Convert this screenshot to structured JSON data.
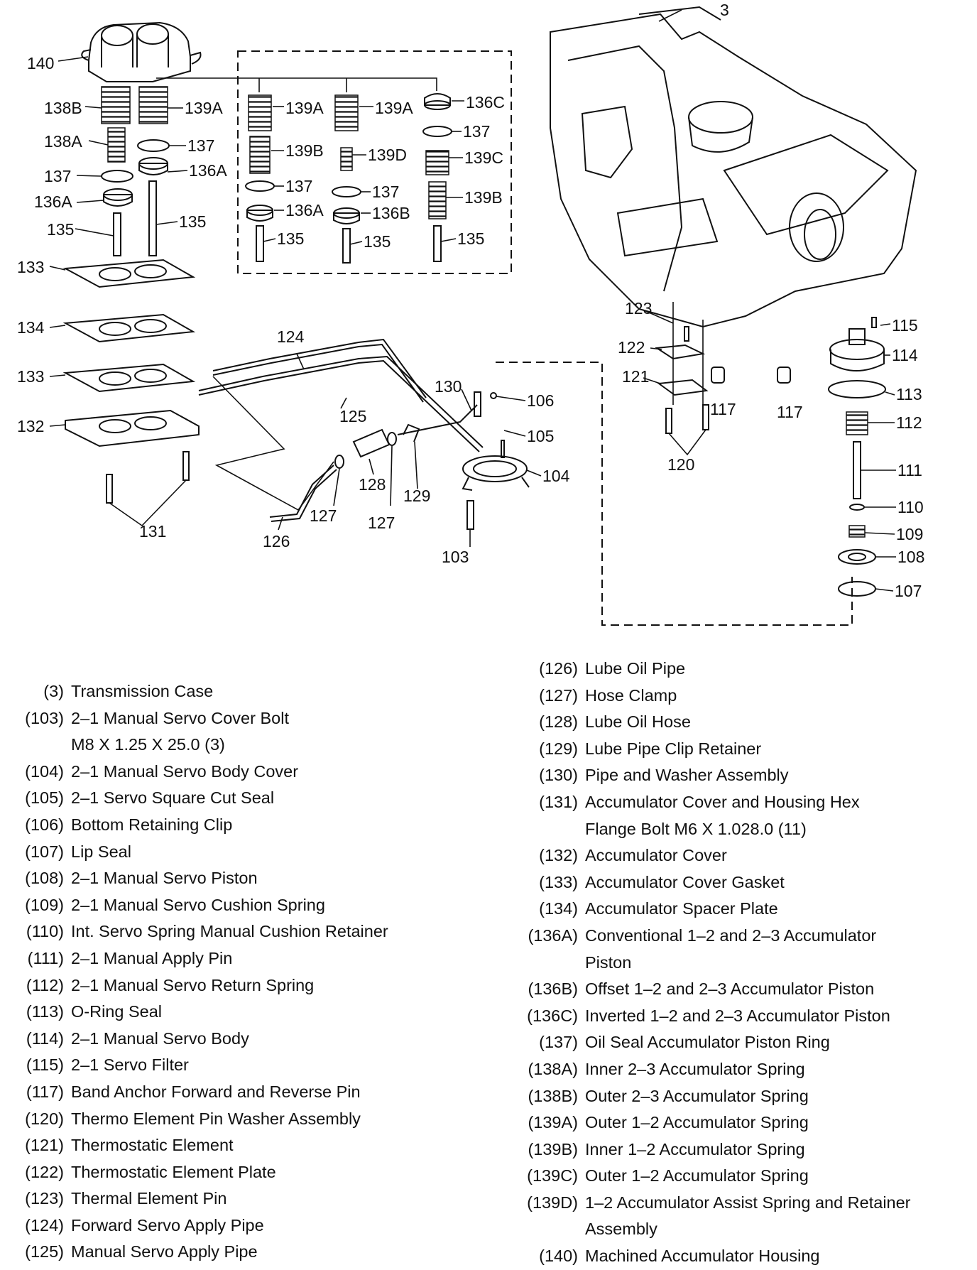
{
  "callouts": {
    "c3": "3",
    "c103": "103",
    "c104": "104",
    "c105": "105",
    "c106": "106",
    "c107": "107",
    "c108": "108",
    "c109": "109",
    "c110": "110",
    "c111": "111",
    "c112": "112",
    "c113": "113",
    "c114": "114",
    "c115": "115",
    "c117": "117",
    "c120": "120",
    "c121": "121",
    "c122": "122",
    "c123": "123",
    "c124": "124",
    "c125": "125",
    "c126": "126",
    "c127": "127",
    "c128": "128",
    "c129": "129",
    "c130": "130",
    "c131": "131",
    "c132": "132",
    "c133": "133",
    "c134": "134",
    "c135": "135",
    "c136A": "136A",
    "c136B": "136B",
    "c136C": "136C",
    "c137": "137",
    "c138A": "138A",
    "c138B": "138B",
    "c139A": "139A",
    "c139B": "139B",
    "c139C": "139C",
    "c139D": "139D",
    "c140": "140"
  },
  "legend_left": [
    {
      "num": "(3)",
      "text": "Transmission Case"
    },
    {
      "num": "(103)",
      "text": "2–1 Manual Servo Cover Bolt\nM8 X 1.25 X 25.0 (3)"
    },
    {
      "num": "(104)",
      "text": "2–1 Manual Servo Body Cover"
    },
    {
      "num": "(105)",
      "text": "2–1 Servo Square Cut Seal"
    },
    {
      "num": "(106)",
      "text": "Bottom Retaining Clip"
    },
    {
      "num": "(107)",
      "text": "Lip Seal"
    },
    {
      "num": "(108)",
      "text": "2–1 Manual Servo Piston"
    },
    {
      "num": "(109)",
      "text": "2–1 Manual Servo Cushion Spring"
    },
    {
      "num": "(110)",
      "text": "Int. Servo Spring Manual Cushion Retainer"
    },
    {
      "num": "(111)",
      "text": "2–1 Manual Apply Pin"
    },
    {
      "num": "(112)",
      "text": "2–1 Manual Servo Return Spring"
    },
    {
      "num": "(113)",
      "text": "O-Ring Seal"
    },
    {
      "num": "(114)",
      "text": "2–1 Manual Servo Body"
    },
    {
      "num": "(115)",
      "text": "2–1 Servo Filter"
    },
    {
      "num": "(117)",
      "text": "Band Anchor Forward and Reverse Pin"
    },
    {
      "num": "(120)",
      "text": "Thermo Element Pin Washer Assembly"
    },
    {
      "num": "(121)",
      "text": "Thermostatic Element"
    },
    {
      "num": "(122)",
      "text": "Thermostatic Element Plate"
    },
    {
      "num": "(123)",
      "text": "Thermal Element Pin"
    },
    {
      "num": "(124)",
      "text": "Forward Servo Apply Pipe"
    },
    {
      "num": "(125)",
      "text": "Manual Servo Apply Pipe"
    }
  ],
  "legend_right": [
    {
      "num": "(126)",
      "text": "Lube Oil Pipe"
    },
    {
      "num": "(127)",
      "text": "Hose Clamp"
    },
    {
      "num": "(128)",
      "text": "Lube Oil Hose"
    },
    {
      "num": "(129)",
      "text": "Lube Pipe Clip Retainer"
    },
    {
      "num": "(130)",
      "text": "Pipe and Washer Assembly"
    },
    {
      "num": "(131)",
      "text": "Accumulator Cover and Housing Hex\nFlange Bolt M6 X 1.028.0 (11)"
    },
    {
      "num": "(132)",
      "text": "Accumulator Cover"
    },
    {
      "num": "(133)",
      "text": "Accumulator Cover Gasket"
    },
    {
      "num": "(134)",
      "text": "Accumulator Spacer Plate"
    },
    {
      "num": "(136A)",
      "text": "Conventional 1–2 and 2–3 Accumulator\nPiston"
    },
    {
      "num": "(136B)",
      "text": "Offset 1–2 and 2–3 Accumulator Piston"
    },
    {
      "num": "(136C)",
      "text": "Inverted 1–2 and 2–3 Accumulator Piston"
    },
    {
      "num": "(137)",
      "text": "Oil Seal Accumulator Piston Ring"
    },
    {
      "num": "(138A)",
      "text": "Inner 2–3 Accumulator Spring"
    },
    {
      "num": "(138B)",
      "text": "Outer 2–3 Accumulator Spring"
    },
    {
      "num": "(139A)",
      "text": "Outer 1–2 Accumulator Spring"
    },
    {
      "num": "(139B)",
      "text": "Inner 1–2 Accumulator Spring"
    },
    {
      "num": "(139C)",
      "text": "Outer 1–2 Accumulator Spring"
    },
    {
      "num": "(139D)",
      "text": "1–2 Accumulator Assist Spring and Retainer\nAssembly"
    },
    {
      "num": "(140)",
      "text": "Machined Accumulator Housing"
    }
  ]
}
